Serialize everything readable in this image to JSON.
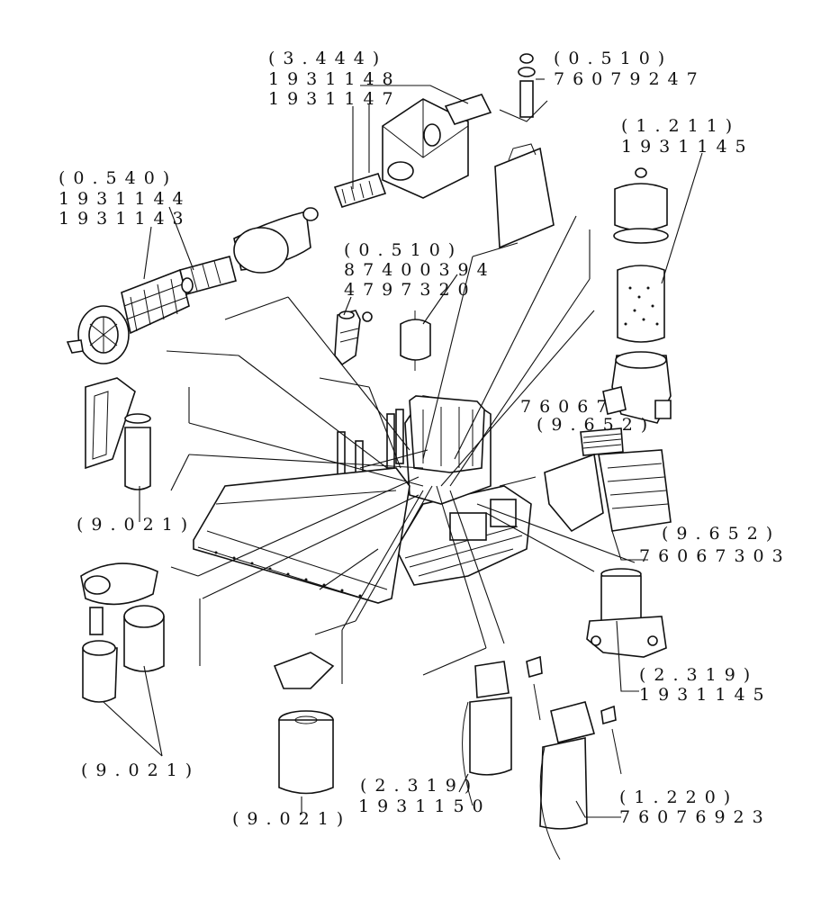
{
  "callouts": {
    "top_center": {
      "ref": "(3.444)",
      "part1": "1931148",
      "part2": "1931147"
    },
    "top_right_small": {
      "ref": "(0.510)",
      "part1": "76079247"
    },
    "right_top": {
      "ref": "(1.211)",
      "part1": "1931145"
    },
    "left_top": {
      "ref": "(0.540)",
      "part1": "1931144",
      "part2": "1931143"
    },
    "center": {
      "ref": "(0.510)",
      "part1": "87400394",
      "part2": "4797320"
    },
    "right_mid_upper": {
      "part1": "76067",
      "ref": "(9.652)"
    },
    "left_mid": {
      "ref": "(9.021)"
    },
    "right_mid_lower": {
      "ref": "(9.652)",
      "part1": "76067303"
    },
    "right_lower": {
      "ref": "(2.319)",
      "part1": "1931145"
    },
    "left_bottom": {
      "ref": "(9.021)"
    },
    "center_bottom": {
      "ref": "(9.021)"
    },
    "bottom_mid": {
      "ref": "(2.319)",
      "part1": "1931150"
    },
    "bottom_right": {
      "ref": "(1.220)",
      "part1": "76076923"
    }
  }
}
